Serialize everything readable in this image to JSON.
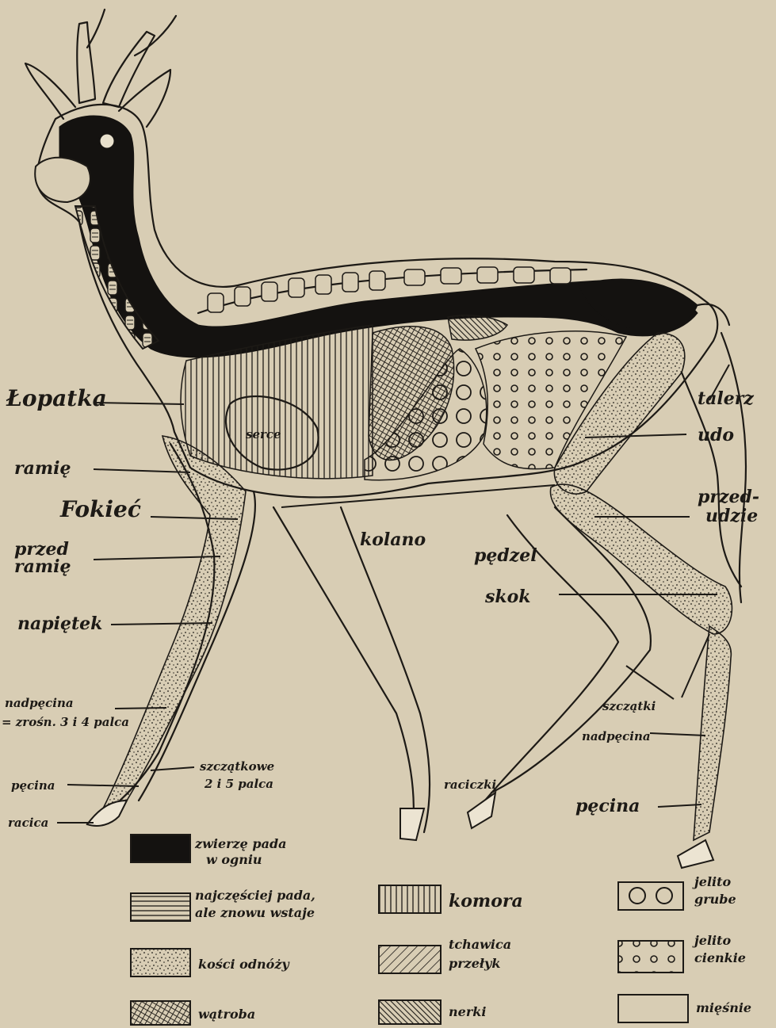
{
  "labels": {
    "lopatka": "Łopatka",
    "ramie": "ramię",
    "fokiec": "Fokieć",
    "przedramie_1": "przed",
    "przedramie_2": "ramię",
    "napietek": "napiętek",
    "nadpecina_1": "nadpęcina",
    "nadpecina_2": "= zrośn. 3 i 4 palca",
    "szczatkowe_1": "szczątkowe",
    "szczatkowe_2": "2 i 5 palca",
    "pecina_front": "pęcina",
    "racica": "racica",
    "serce": "serce",
    "kolano": "kolano",
    "pedzel": "pędzel",
    "skok": "skok",
    "talerz": "talerz",
    "udo": "udo",
    "przedudzie_1": "przed-",
    "przedudzie_2": "udzie",
    "szczatki": "szczątki",
    "nadpecina_rear": "nadpęcina",
    "pecina_rear": "pęcina",
    "raciczki": "raciczki"
  },
  "legend": [
    {
      "id": "black",
      "pattern": "solid-black",
      "lines": [
        "zwierzę pada",
        "w ogniu"
      ]
    },
    {
      "id": "hatched",
      "pattern": "horizontal-lines",
      "lines": [
        "najczęściej pada,",
        "ale znowu wstaje"
      ]
    },
    {
      "id": "bones",
      "pattern": "stipple",
      "lines": [
        "kości odnóży"
      ]
    },
    {
      "id": "liver",
      "pattern": "cross-hatch",
      "lines": [
        "wątroba"
      ]
    },
    {
      "id": "chamber",
      "pattern": "vertical-lines",
      "lines": [
        "komora"
      ]
    },
    {
      "id": "trachea",
      "pattern": "diagonal-lines",
      "lines": [
        "tchawica",
        "przełyk"
      ]
    },
    {
      "id": "kidneys",
      "pattern": "dense-diagonal",
      "lines": [
        "nerki"
      ]
    },
    {
      "id": "large-intestine",
      "pattern": "large-circles",
      "lines": [
        "jelito",
        "grube"
      ]
    },
    {
      "id": "small-intestine",
      "pattern": "small-circles",
      "lines": [
        "jelito",
        "cienkie"
      ]
    },
    {
      "id": "muscles",
      "pattern": "blank",
      "lines": [
        "mięśnie"
      ]
    }
  ],
  "colors": {
    "paper": "#d8cdb4",
    "ink": "#1d1a16"
  }
}
